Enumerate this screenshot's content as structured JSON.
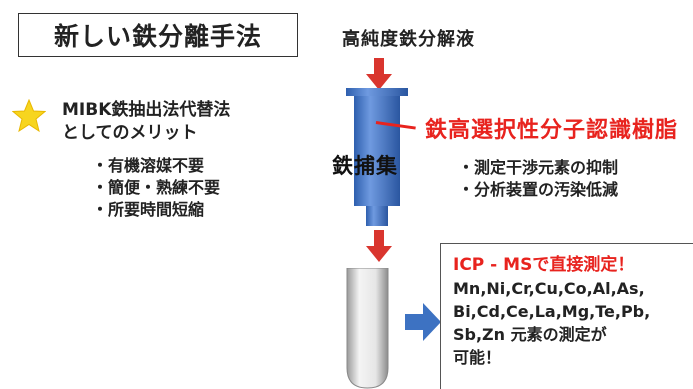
{
  "title": "新しい鉄分離手法",
  "merit": {
    "line1": "MIBK鉄抽出法代替法",
    "line2": "としてのメリット",
    "items": [
      "・有機溶媒不要",
      "・簡便・熟練不要",
      "・所要時間短縮"
    ]
  },
  "solution_label": "高純度鉄分解液",
  "resin_label": "鉄高選択性分子認識樹脂",
  "capture_label": "鉄捕集",
  "resin_merits": [
    "・測定干渉元素の抑制",
    "・分析装置の汚染低減"
  ],
  "result": {
    "head_part1": "ICP - MS",
    "head_part2": "で直接測定！",
    "lines": [
      "Mn,Ni,Cr,Cu,Co,Al,As,",
      "Bi,Cd,Ce,La,Mg,Te,Pb,",
      "Sb,Zn 元素の測定が",
      "可能！"
    ]
  },
  "colors": {
    "accent_red": "#e8231e",
    "column_blue": "#4a7fd4",
    "star_yellow": "#f7d51f"
  }
}
